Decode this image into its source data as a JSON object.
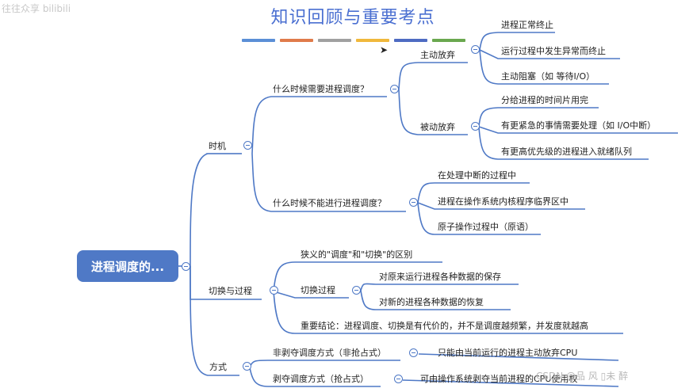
{
  "header": {
    "title": "知识回顾与重要考点"
  },
  "watermark": {
    "top_left": "往往众享 bilibili",
    "bottom_right": "CSDN @品 风 ▯未 醉"
  },
  "color_bars": [
    "#5b8fd6",
    "#e07b4a",
    "#a0a0a0",
    "#f0b83c",
    "#4e6bc2",
    "#6aa84f"
  ],
  "mindmap": {
    "root": "进程调度的...",
    "timing": {
      "label": "时机",
      "need": {
        "label": "什么时候需要进程调度？",
        "active": {
          "label": "主动放弃",
          "items": [
            "进程正常终止",
            "运行过程中发生异常而终止",
            "主动阻塞（如 等待I/O）"
          ]
        },
        "passive": {
          "label": "被动放弃",
          "items": [
            "分给进程的时间片用完",
            "有更紧急的事情需要处理（如 I/O中断）",
            "有更高优先级的进程进入就绪队列"
          ]
        }
      },
      "cannot": {
        "label": "什么时候不能进行进程调度？",
        "items": [
          "在处理中断的过程中",
          "进程在操作系统内核程序临界区中",
          "原子操作过程中（原语）"
        ]
      }
    },
    "switch": {
      "label": "切换与过程",
      "distinction": "狭义的\"调度\"和\"切换\"的区别",
      "process": {
        "label": "切换过程",
        "items": [
          "对原来运行进程各种数据的保存",
          "对新的进程各种数据的恢复"
        ]
      },
      "conclusion": "重要结论：进程调度、切换是有代价的，并不是调度越频繁，并发度就越高"
    },
    "mode": {
      "label": "方式",
      "nonpreempt": {
        "label": "非剥夺调度方式（非抢占式）",
        "desc": "只能由当前运行的进程主动放弃CPU"
      },
      "preempt": {
        "label": "剥夺调度方式（抢占式）",
        "desc": "可由操作系统剥夺当前进程的CPU使用权"
      }
    }
  }
}
